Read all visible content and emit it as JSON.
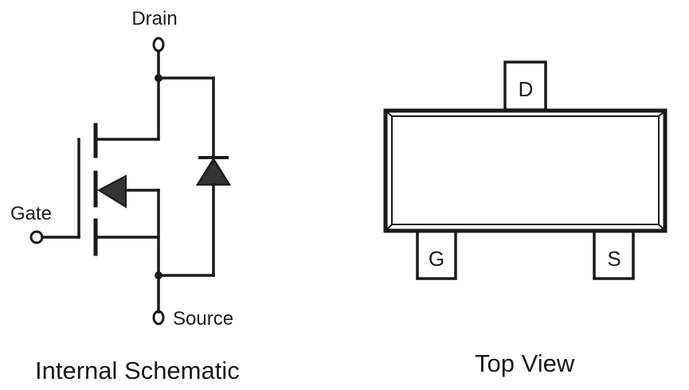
{
  "colors": {
    "line": "#1a1a1a",
    "fill": "#333333",
    "background": "#ffffff"
  },
  "schematic": {
    "caption": "Internal Schematic",
    "terminals": {
      "drain": "Drain",
      "gate": "Gate",
      "source": "Source"
    },
    "device": "MOSFET with body diode",
    "components": [
      "n-channel enhancement MOSFET",
      "body diode (drain-source)"
    ]
  },
  "package": {
    "caption": "Top View",
    "pins": [
      {
        "id": "drain",
        "label": "D"
      },
      {
        "id": "gate",
        "label": "G"
      },
      {
        "id": "source",
        "label": "S"
      }
    ]
  }
}
